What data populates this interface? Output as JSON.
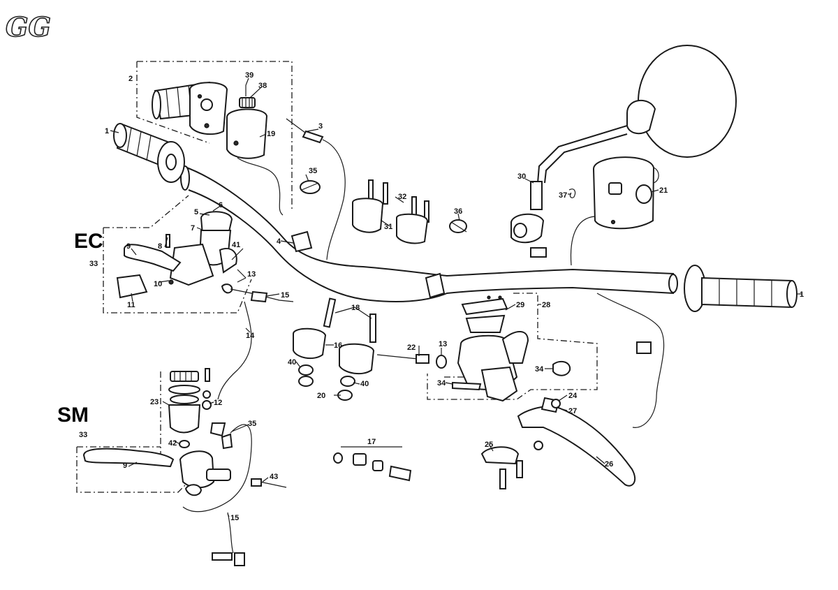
{
  "logo_text": "GG",
  "variants": {
    "ec": "EC",
    "sm": "SM"
  },
  "callouts": {
    "c1_left": "1",
    "c1_right": "1",
    "c2": "2",
    "c3": "3",
    "c4": "4",
    "c5": "5",
    "c6": "6",
    "c7": "7",
    "c8": "8",
    "c9_ec": "9",
    "c9_sm": "9",
    "c10": "10",
    "c11": "11",
    "c12": "12",
    "c13_ec": "13",
    "c13_r": "13",
    "c14": "14",
    "c15_ec": "15",
    "c15_sm": "15",
    "c16": "16",
    "c17": "17",
    "c18": "18",
    "c19": "19",
    "c20": "20",
    "c21": "21",
    "c22": "22",
    "c23": "23",
    "c24": "24",
    "c25": "25",
    "c26": "26",
    "c27": "27",
    "c28": "28",
    "c29": "29",
    "c30": "30",
    "c31": "31",
    "c32": "32",
    "c33_ec": "33",
    "c33_sm": "33",
    "c34_a": "34",
    "c34_b": "34",
    "c35_top": "35",
    "c35_sm": "35",
    "c36": "36",
    "c37": "37",
    "c38": "38",
    "c39": "39",
    "c40_a": "40",
    "c40_b": "40",
    "c41": "41",
    "c42": "42",
    "c43": "43"
  }
}
